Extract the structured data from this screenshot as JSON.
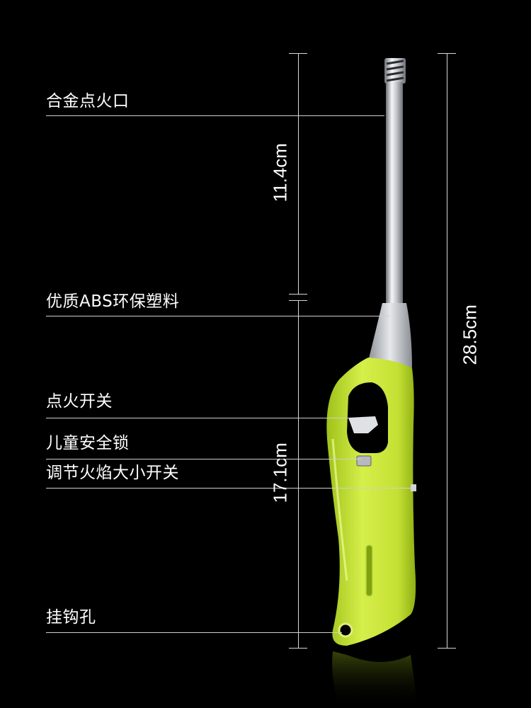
{
  "callouts": [
    {
      "id": "alloy-nozzle",
      "text": "合金点火口"
    },
    {
      "id": "abs-plastic",
      "text": "优质ABS环保塑料"
    },
    {
      "id": "ignition-switch",
      "text": "点火开关"
    },
    {
      "id": "child-lock",
      "text": "儿童安全锁"
    },
    {
      "id": "flame-adjust",
      "text": "调节火焰大小开关"
    },
    {
      "id": "hook-hole",
      "text": "挂钩孔"
    }
  ],
  "dimensions": {
    "nozzle_length": "11.4cm",
    "handle_length": "17.1cm",
    "total_length": "28.5cm"
  },
  "colors": {
    "background": "#000000",
    "body_green": "#c9e635",
    "body_green_dark": "#9fc21a",
    "metal_grey": "#b8bcc2",
    "line": "#d8d8d8"
  }
}
